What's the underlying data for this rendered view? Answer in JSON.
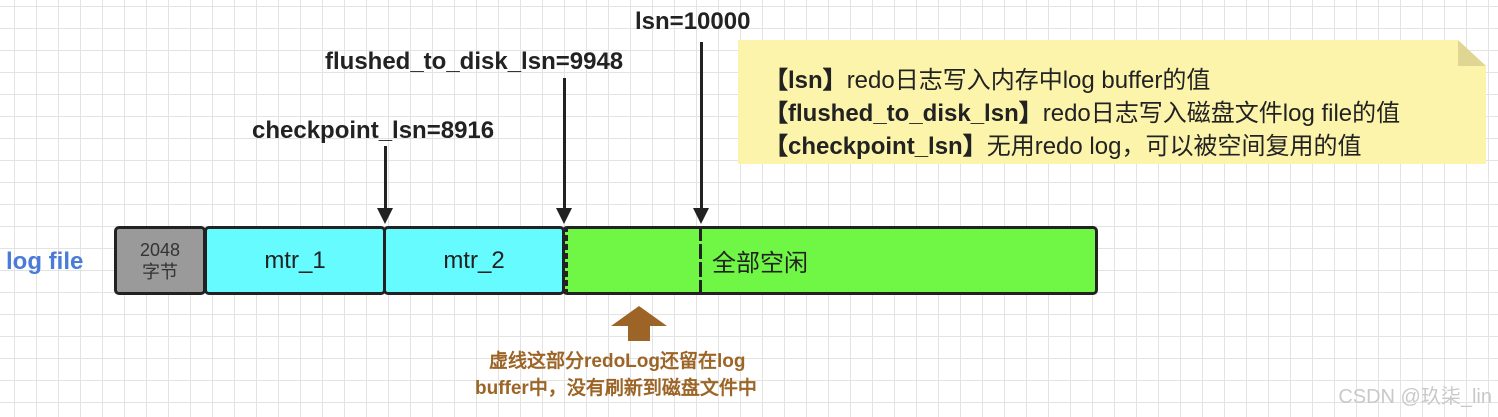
{
  "pointers": {
    "lsn": "lsn=10000",
    "flushed": "flushed_to_disk_lsn=9948",
    "checkpoint": "checkpoint_lsn=8916"
  },
  "log_file": {
    "label": "log file",
    "header_line1": "2048",
    "header_line2": "字节",
    "mtr1": "mtr_1",
    "mtr2": "mtr_2",
    "free": "全部空闲"
  },
  "note": {
    "line1_key": "【lsn】",
    "line1_text": "redo日志写入内存中log buffer的值",
    "line2_key": "【flushed_to_disk_lsn】",
    "line2_text": "redo日志写入磁盘文件log file的值",
    "line3_key": "【checkpoint_lsn】",
    "line3_text": "无用redo log，可以被空间复用的值"
  },
  "caption": {
    "line1": "虚线这部分redoLog还留在log",
    "line2": "buffer中，没有刷新到磁盘文件中"
  },
  "watermark": "CSDN @玖柒_lin",
  "colors": {
    "mtr": "#66fbff",
    "free": "#70f746",
    "header": "#9a9a9a",
    "note_bg": "#fcf4ab",
    "caption": "#9c6527",
    "log_file_label": "#4a7bd6"
  }
}
